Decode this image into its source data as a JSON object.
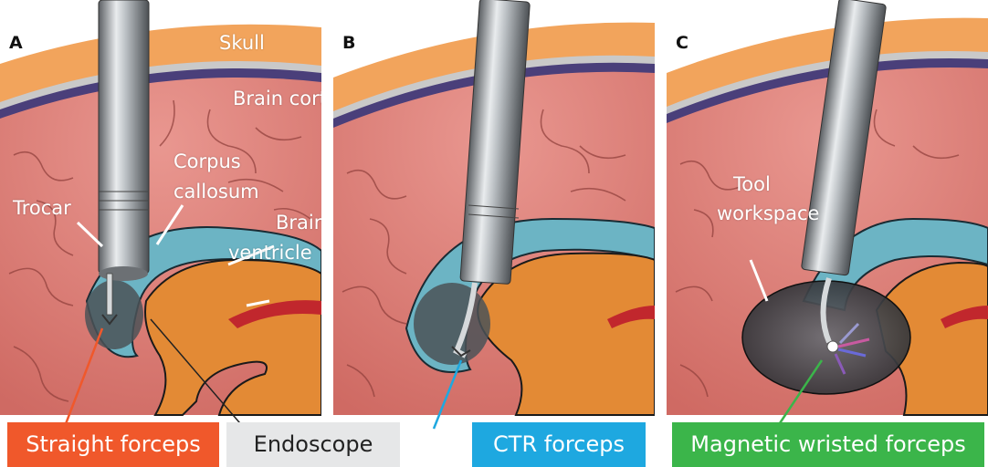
{
  "panels": [
    {
      "letter": "A"
    },
    {
      "letter": "B"
    },
    {
      "letter": "C"
    }
  ],
  "callouts": {
    "skull": "Skull",
    "brain_cortex": "Brain cortex",
    "corpus_callosum_1": "Corpus",
    "corpus_callosum_2": "callosum",
    "trocar": "Trocar",
    "brain_ventricle_1": "Brain",
    "brain_ventricle_2": "ventricle",
    "tool_workspace_1": "Tool",
    "tool_workspace_2": "workspace"
  },
  "tags": {
    "straight_forceps": "Straight forceps",
    "endoscope": "Endoscope",
    "ctr_forceps": "CTR forceps",
    "magnetic_wristed_forceps": "Magnetic wristed forceps"
  },
  "colors": {
    "straight_forceps": "#f0582b",
    "endoscope": "#e6e7e8",
    "ctr_forceps": "#1ea8e0",
    "magnetic_wristed_forceps": "#3bb54a",
    "skull": "#f2a45c",
    "cortex": "#d9766f",
    "ventricle": "#6cb4c4",
    "brainstem": "#e38a35"
  }
}
